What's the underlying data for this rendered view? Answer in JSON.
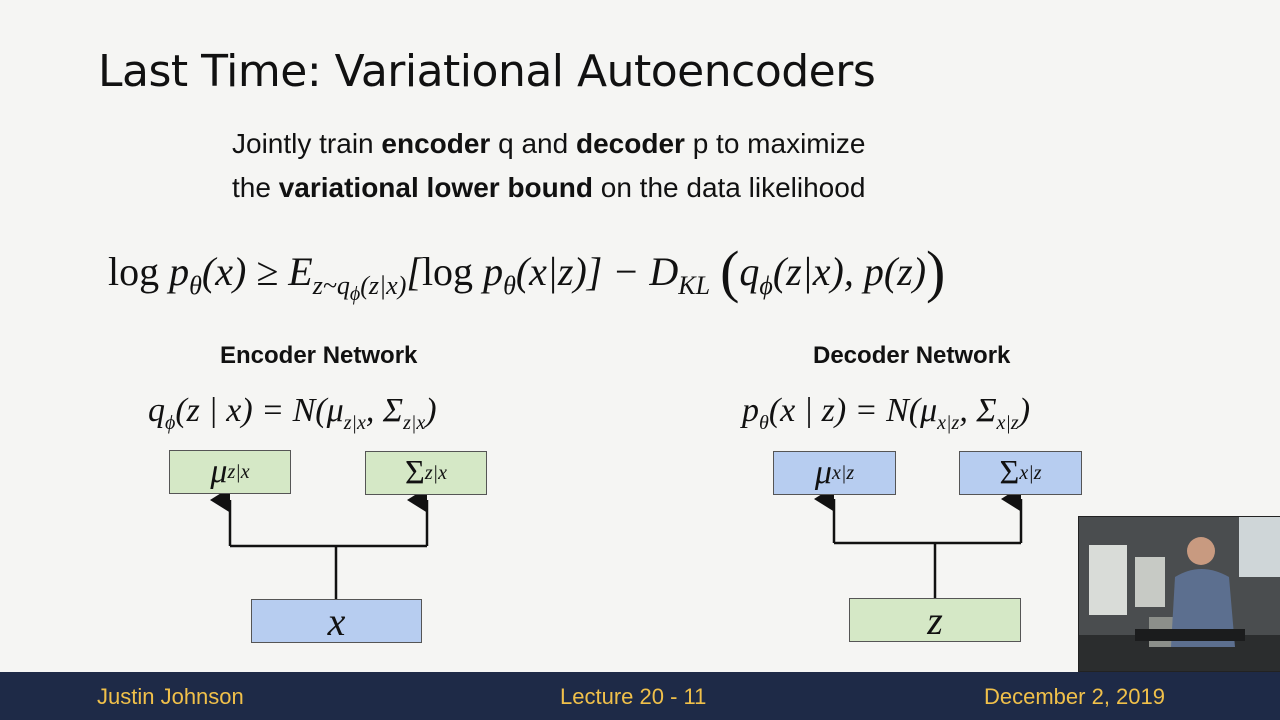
{
  "slide": {
    "title": "Last Time: Variational Autoencoders",
    "intro_line1": {
      "a": "Jointly train ",
      "b": "encoder",
      "c": " q and ",
      "d": "decoder",
      "e": " p to maximize"
    },
    "intro_line2": {
      "a": "the ",
      "b": "variational lower bound",
      "c": " on the data likelihood"
    }
  },
  "encoder": {
    "title": "Encoder Network",
    "mu_box": "μ",
    "sigma_box": "Σ",
    "input_box": "x"
  },
  "decoder": {
    "title": "Decoder Network",
    "mu_box": "μ",
    "sigma_box": "Σ",
    "input_box": "z"
  },
  "footer": {
    "author": "Justin Johnson",
    "lecture": "Lecture 20 - 11",
    "date": "December 2, 2019"
  },
  "colors": {
    "footer_bg": "#1e2a47",
    "footer_text": "#f0c04a",
    "green_box": "#d5e8c6",
    "blue_box": "#b7cdf0"
  }
}
